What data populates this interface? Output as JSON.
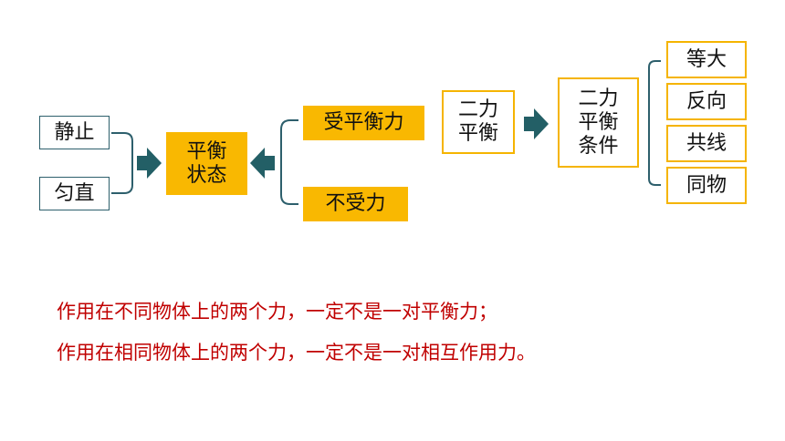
{
  "diagram": {
    "nodes": {
      "static": "静止",
      "uniform": "匀直",
      "balance_state": "平衡\n状态",
      "balanced_force": "受平衡力",
      "no_force": "不受力",
      "two_force_balance": "二力\n平衡",
      "conditions": "二力\n平衡\n条件",
      "equal": "等大",
      "opposite": "反向",
      "collinear": "共线",
      "same_object": "同物"
    }
  },
  "notes": {
    "line1": "作用在不同物体上的两个力，一定不是一对平衡力；",
    "line2": "作用在相同物体上的两个力，一定不是一对相互作用力。"
  },
  "colors": {
    "teal": "#2d5f6c",
    "arrow": "#235f66",
    "yellow": "#f9b801",
    "red_text": "#c00000"
  }
}
